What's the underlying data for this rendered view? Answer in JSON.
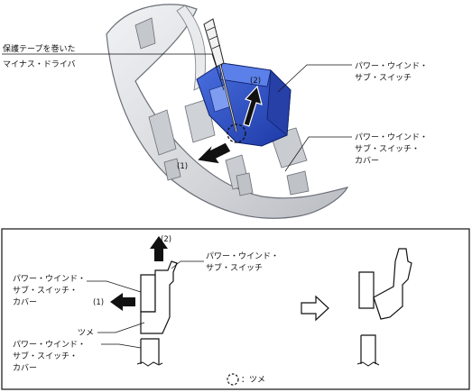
{
  "top_labels": {
    "driver_line1": "保護テープを巻いた",
    "driver_line2": "マイナス・ドライバ",
    "switch_line1": "パワー・ウインド・",
    "switch_line2": "サブ・スイッチ",
    "cover_line1": "パワー・ウインド・",
    "cover_line2": "サブ・スイッチ・",
    "cover_line3": "カバー",
    "step1": "(1)",
    "step2": "(2)"
  },
  "detail_labels": {
    "cover_line1": "パワー・ウインド・",
    "cover_line2": "サブ・スイッチ・",
    "cover_line3": "カバー",
    "switch_line1": "パワー・ウインド・",
    "switch_line2": "サブ・スイッチ",
    "claw": "ツメ",
    "cover2_line1": "パワー・ウインド・",
    "cover2_line2": "サブ・スイッチ・",
    "cover2_line3": "カバー",
    "step1": "(1)",
    "step2": "(2)",
    "legend_claw": "：ツメ"
  },
  "colors": {
    "switch_blue": "#2a4fc4",
    "cover_gray": "#d6d8dc",
    "line": "#111111"
  }
}
